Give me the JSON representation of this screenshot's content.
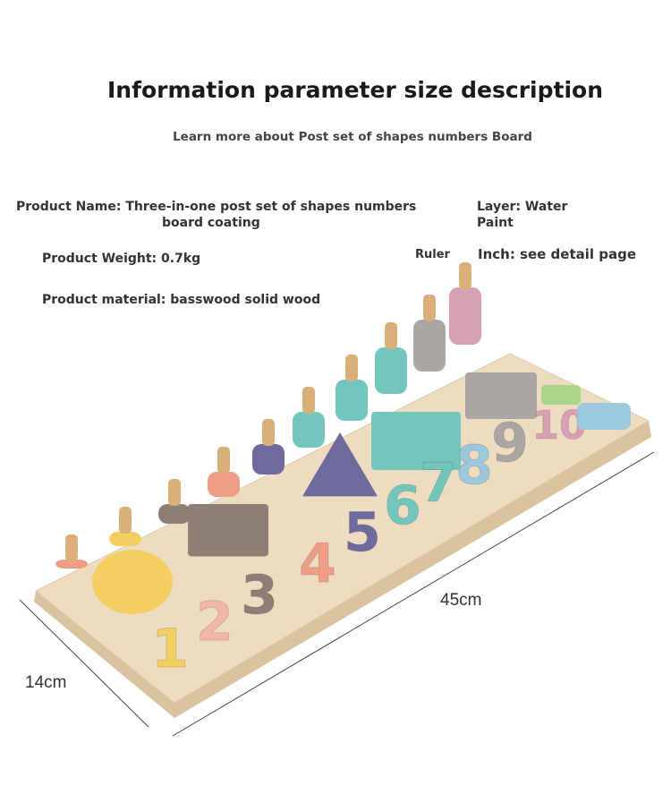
{
  "header": {
    "title": "Information parameter size description",
    "subtitle": "Learn more about Post set of shapes numbers Board"
  },
  "specs": {
    "product_name": "Product Name: Three-in-one post set of shapes numbers",
    "product_name_cont": "board coating",
    "layer": "Layer: Water",
    "layer_cont": "Paint",
    "weight": "Product Weight: 0.7kg",
    "ruler_label": "Ruler",
    "ruler_value": "Inch: see detail page",
    "material": "Product material: basswood solid wood"
  },
  "dimensions": {
    "width": "14cm",
    "length": "45cm"
  },
  "board_numbers": [
    "1",
    "2",
    "3",
    "4",
    "5",
    "6",
    "7",
    "8",
    "9",
    "10"
  ],
  "colors": {
    "wood": "#eddcc0",
    "yellow": "#f3cf62",
    "pink": "#f2b7a4",
    "taupe": "#8d7f75",
    "salmon": "#ef9d87",
    "purple": "#6f6a9e",
    "teal": "#72c6bc",
    "blue": "#9cc8dd",
    "grey": "#a9a6a4",
    "rose": "#d8a0b5",
    "green": "#a9d58a"
  }
}
